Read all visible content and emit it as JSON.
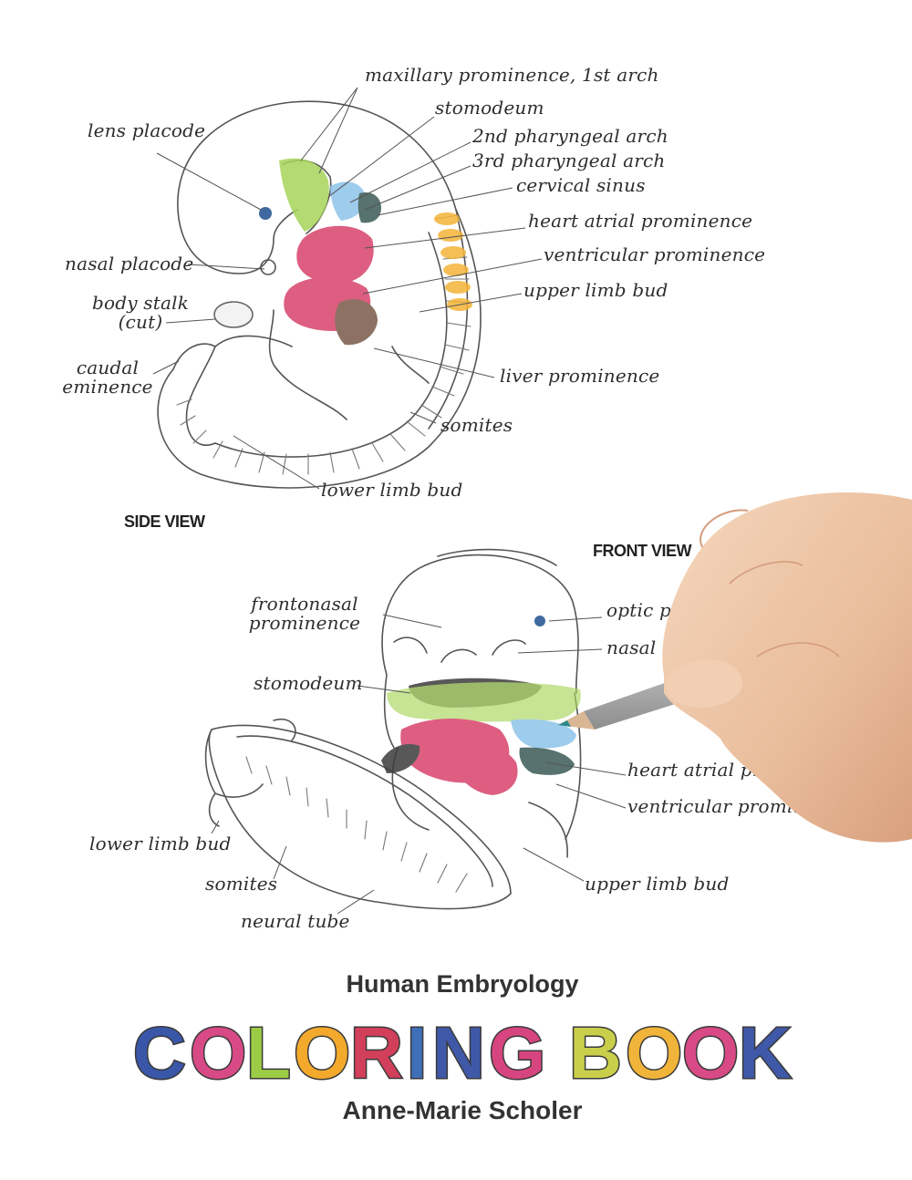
{
  "side_view": {
    "heading": "SIDE VIEW",
    "labels": {
      "maxillary": "maxillary prominence, 1st arch",
      "stomodeum": "stomodeum",
      "arch2": "2nd pharyngeal arch",
      "arch3": "3rd pharyngeal arch",
      "cervical_sinus": "cervical sinus",
      "lens_placode": "lens placode",
      "heart_atrial": "heart atrial prominence",
      "ventricular": "ventricular prominence",
      "nasal_placode": "nasal placode",
      "upper_limb": "upper limb bud",
      "body_stalk_1": "body stalk",
      "body_stalk_2": "(cut)",
      "caudal_1": "caudal",
      "caudal_2": "eminence",
      "liver": "liver prominence",
      "somites": "somites",
      "lower_limb": "lower limb bud"
    }
  },
  "front_view": {
    "heading": "FRONT VIEW",
    "labels": {
      "frontonasal_1": "frontonasal",
      "frontonasal_2": "prominence",
      "optic": "optic p",
      "nasal": "nasal p",
      "stomodeum": "stomodeum",
      "heart_atrial": "heart atrial prominence",
      "ventricular": "ventricular prominence",
      "lower_limb": "lower limb bud",
      "somites": "somites",
      "upper_limb": "upper limb bud",
      "neural_tube": "neural tube"
    }
  },
  "cover": {
    "subtitle": "Human Embryology",
    "title_letters": [
      "C",
      "O",
      "L",
      "O",
      "R",
      "I",
      "N",
      "G",
      " ",
      "B",
      "O",
      "O",
      "K"
    ],
    "title_colors": [
      "#3a56a8",
      "#d84a86",
      "#9ccb46",
      "#f2a92c",
      "#d23f5a",
      "#3f6fb8",
      "#3f59a8",
      "#d6457f",
      "#ffffff",
      "#c9cf4a",
      "#f0b43a",
      "#d84a86",
      "#3f59a8"
    ],
    "author": "Anne-Marie Scholer"
  },
  "colors": {
    "pink": "#d8436a",
    "green": "#a8d45a",
    "blue": "#8ec4ea",
    "dark": "#3a5a56",
    "orange": "#f4b538",
    "brown": "#7a5a48",
    "skin": "#efc7a8"
  }
}
